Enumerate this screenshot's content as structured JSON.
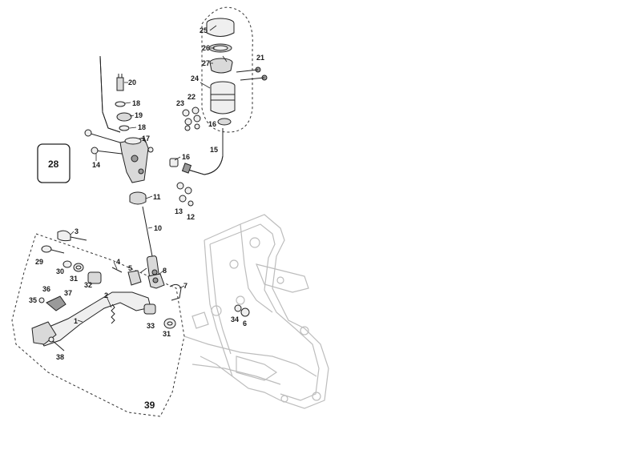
{
  "diagram": {
    "callout_box_label": "28",
    "group_label": "39",
    "part_labels": [
      {
        "id": "p25",
        "text": "25"
      },
      {
        "id": "p26",
        "text": "26"
      },
      {
        "id": "p27",
        "text": "27"
      },
      {
        "id": "p21",
        "text": "21"
      },
      {
        "id": "p24",
        "text": "24"
      },
      {
        "id": "p22",
        "text": "22"
      },
      {
        "id": "p23",
        "text": "23"
      },
      {
        "id": "p16a",
        "text": "16"
      },
      {
        "id": "p15",
        "text": "15"
      },
      {
        "id": "p20",
        "text": "20"
      },
      {
        "id": "p18a",
        "text": "18"
      },
      {
        "id": "p19",
        "text": "19"
      },
      {
        "id": "p18b",
        "text": "18"
      },
      {
        "id": "p17",
        "text": "17"
      },
      {
        "id": "p16b",
        "text": "16"
      },
      {
        "id": "p14",
        "text": "14"
      },
      {
        "id": "p11",
        "text": "11"
      },
      {
        "id": "p13",
        "text": "13"
      },
      {
        "id": "p12",
        "text": "12"
      },
      {
        "id": "p10",
        "text": "10"
      },
      {
        "id": "p3",
        "text": "3"
      },
      {
        "id": "p29",
        "text": "29"
      },
      {
        "id": "p30",
        "text": "30"
      },
      {
        "id": "p31a",
        "text": "31"
      },
      {
        "id": "p4",
        "text": "4"
      },
      {
        "id": "p5",
        "text": "5"
      },
      {
        "id": "p32",
        "text": "32"
      },
      {
        "id": "p8",
        "text": "8"
      },
      {
        "id": "p7",
        "text": "7"
      },
      {
        "id": "p36",
        "text": "36"
      },
      {
        "id": "p35",
        "text": "35"
      },
      {
        "id": "p37",
        "text": "37"
      },
      {
        "id": "p2",
        "text": "2"
      },
      {
        "id": "p1",
        "text": "1"
      },
      {
        "id": "p33",
        "text": "33"
      },
      {
        "id": "p31b",
        "text": "31"
      },
      {
        "id": "p34",
        "text": "34"
      },
      {
        "id": "p6",
        "text": "6"
      },
      {
        "id": "p38",
        "text": "38"
      }
    ]
  }
}
